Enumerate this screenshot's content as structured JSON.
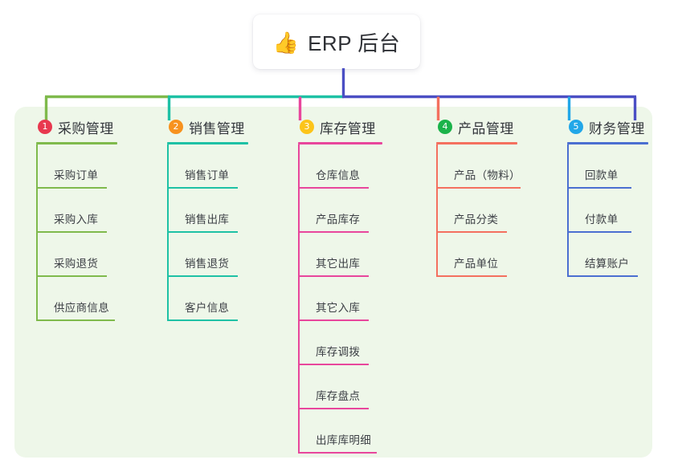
{
  "diagram": {
    "title": "ERP 后台 mindmap",
    "root": {
      "icon": "thumbs-up-icon",
      "emoji": "👍",
      "label": "ERP 后台"
    },
    "panel_color": "#eef7e9",
    "branches": [
      {
        "number": "1",
        "label": "采购管理",
        "badge_color": "#e8384f",
        "line_color": "#7fba4c",
        "items": [
          "采购订单",
          "采购入库",
          "采购退货",
          "供应商信息"
        ]
      },
      {
        "number": "2",
        "label": "销售管理",
        "badge_color": "#f7921e",
        "line_color": "#1ec1a5",
        "items": [
          "销售订单",
          "销售出库",
          "销售退货",
          "客户信息"
        ]
      },
      {
        "number": "3",
        "label": "库存管理",
        "badge_color": "#fcc419",
        "line_color": "#e8469c",
        "items": [
          "仓库信息",
          "产品库存",
          "其它出库",
          "其它入库",
          "库存调拨",
          "库存盘点",
          "出库库明细"
        ]
      },
      {
        "number": "4",
        "label": "产品管理",
        "badge_color": "#1bb34a",
        "line_color": "#f4705f",
        "items": [
          "产品（物料）",
          "产品分类",
          "产品单位"
        ]
      },
      {
        "number": "5",
        "label": "财务管理",
        "badge_color": "#22a7e8",
        "line_color": "#4b6fd1",
        "items": [
          "回款单",
          "付款单",
          "结算账户"
        ]
      }
    ],
    "connector": {
      "trunk_color": "#4b4fc4",
      "bus_segments": [
        {
          "color": "#7fba4c"
        },
        {
          "color": "#1ec1a5"
        },
        {
          "color": "#4b4fc4"
        }
      ]
    }
  }
}
